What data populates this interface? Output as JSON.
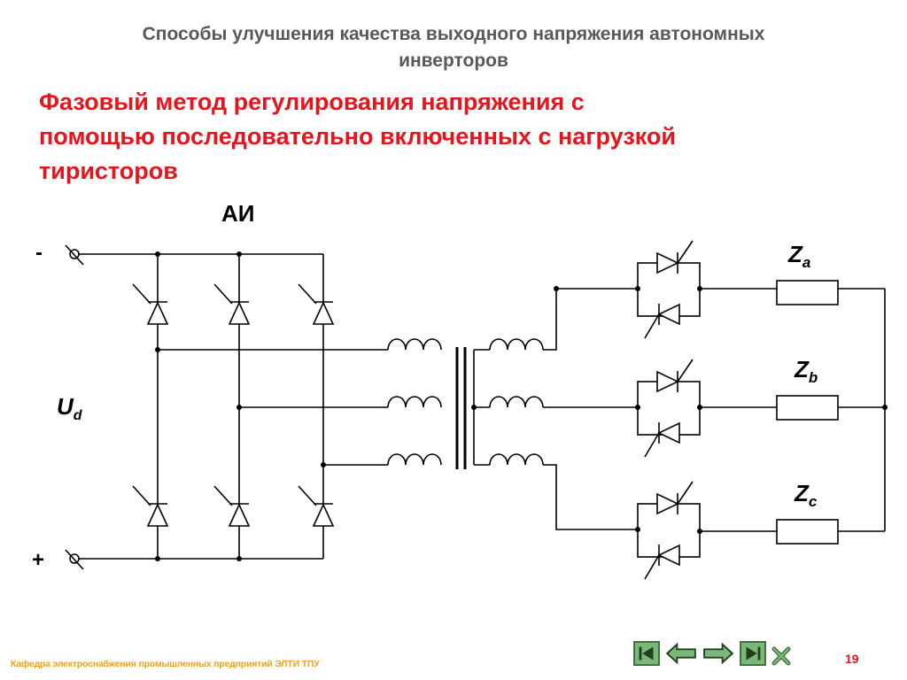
{
  "header": {
    "title_line1": "Способы улучшения качества выходного напряжения автономных",
    "title_line2": "инверторов"
  },
  "slide": {
    "subtitle_line1": "Фазовый метод регулирования напряжения с",
    "subtitle_line2": "помощью последовательно включенных с нагрузкой",
    "subtitle_line3": "тиристоров"
  },
  "diagram": {
    "inverter_label": "АИ",
    "minus_label": "-",
    "plus_label": "+",
    "voltage_symbol": "U",
    "voltage_subscript": "d",
    "loads": [
      {
        "symbol": "Z",
        "subscript": "a"
      },
      {
        "symbol": "Z",
        "subscript": "b"
      },
      {
        "symbol": "Z",
        "subscript": "c"
      }
    ]
  },
  "footer": {
    "department": "Кафедра электроснабжения промышленных предприятий ЭЛТИ ТПУ",
    "page_number": "19"
  },
  "navigation": {
    "buttons": [
      "first-slide",
      "previous-slide",
      "next-slide",
      "last-slide",
      "close"
    ],
    "colors": {
      "button_bg": "#7ab87a",
      "button_border": "#3d6b3d",
      "arrow": "#1f3f1f"
    }
  }
}
